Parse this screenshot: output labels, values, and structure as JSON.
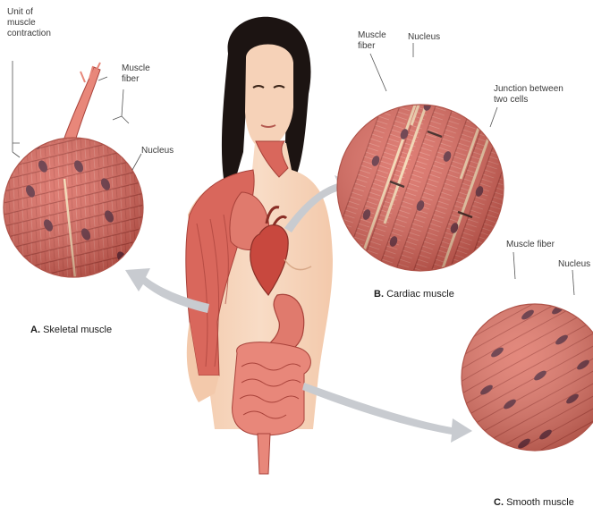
{
  "figure": {
    "panels": {
      "skeletal": {
        "letter": "A.",
        "caption": "Skeletal muscle",
        "labels": {
          "unit": "Unit of\nmuscle\ncontraction",
          "fiber": "Muscle\nfiber",
          "nucleus": "Nucleus"
        }
      },
      "cardiac": {
        "letter": "B.",
        "caption": "Cardiac muscle",
        "labels": {
          "fiber": "Muscle\nfiber",
          "nucleus": "Nucleus",
          "junction": "Junction between\ntwo cells"
        }
      },
      "smooth": {
        "letter": "C.",
        "caption": "Smooth muscle",
        "labels": {
          "fiber": "Muscle fiber",
          "nucleus": "Nucleus"
        }
      }
    },
    "colors": {
      "muscle": "#d9675c",
      "muscle_dark": "#a8423a",
      "muscle_light": "#f0a89c",
      "nucleus": "#5a2a3a",
      "skin": "#f6d2b8",
      "hair": "#1c1412",
      "arrow": "#c8cbd0"
    }
  }
}
